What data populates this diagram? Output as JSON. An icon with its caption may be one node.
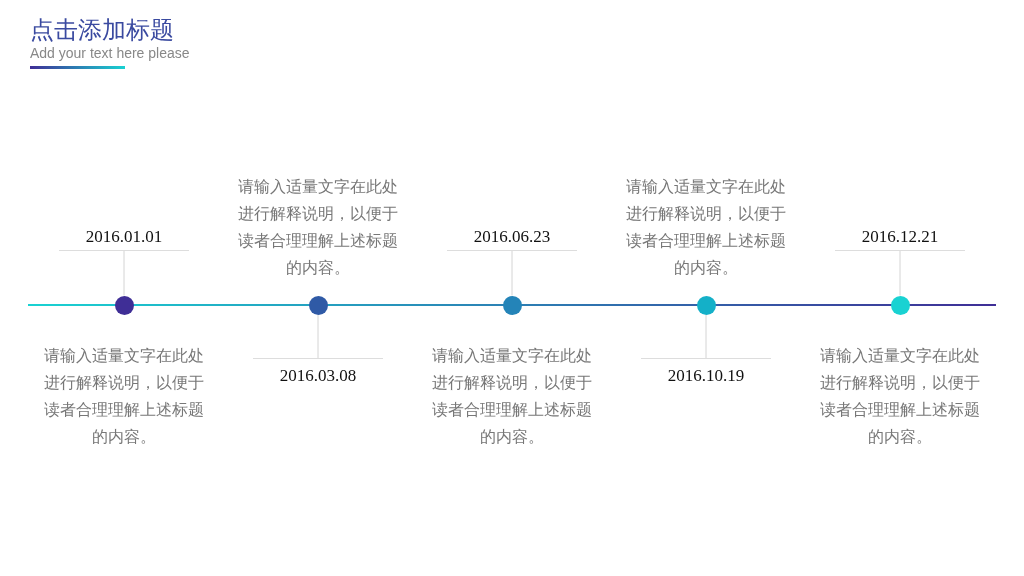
{
  "diagram": {
    "title": "点击添加标题",
    "nodes": [
      {
        "text": [
          "2016.01.01"
        ]
      },
      {
        "text": [],
        "shape": "circle"
      },
      {
        "text": [
          "2016.03.08"
        ]
      },
      {
        "text": [],
        "shape": "circle"
      },
      {
        "text": [
          "2016.06.23"
        ]
      },
      {
        "text": [],
        "shape": "circle"
      },
      {
        "text": [
          "2016.10.19"
        ]
      },
      {
        "text": [],
        "shape": "circle"
      },
      {
        "text": [
          "2016.12.21"
        ]
      },
      {
        "text": [],
        "shape": "circle"
      }
    ],
    "edges": [
      {
        "from": 1,
        "to": 0,
        "arrow": "none"
      },
      {
        "from": 3,
        "to": 2,
        "arrow": "none"
      },
      {
        "from": 5,
        "to": 4,
        "arrow": "none"
      },
      {
        "from": 7,
        "to": 6,
        "arrow": "none"
      },
      {
        "from": 9,
        "to": 8,
        "arrow": "none"
      }
    ],
    "labels": [
      "Add your text here please",
      "请输入适量文字在此处进行解释说明，以便于读者合理理解上述标题的内容。",
      "请输入适量文字在此处进行解释说明，以便于读者合理理解上述标题的内容。",
      "请输入适量文字在此处进行解释说明，以便于读者合理理解上述标题的内容。",
      "请输入适量文字在此处进行解释说明，以便于读者合理理解上述标题的内容。",
      "请输入适量文字在此处进行解释说明，以便于读者合理理解上述标题的内容。"
    ]
  }
}
